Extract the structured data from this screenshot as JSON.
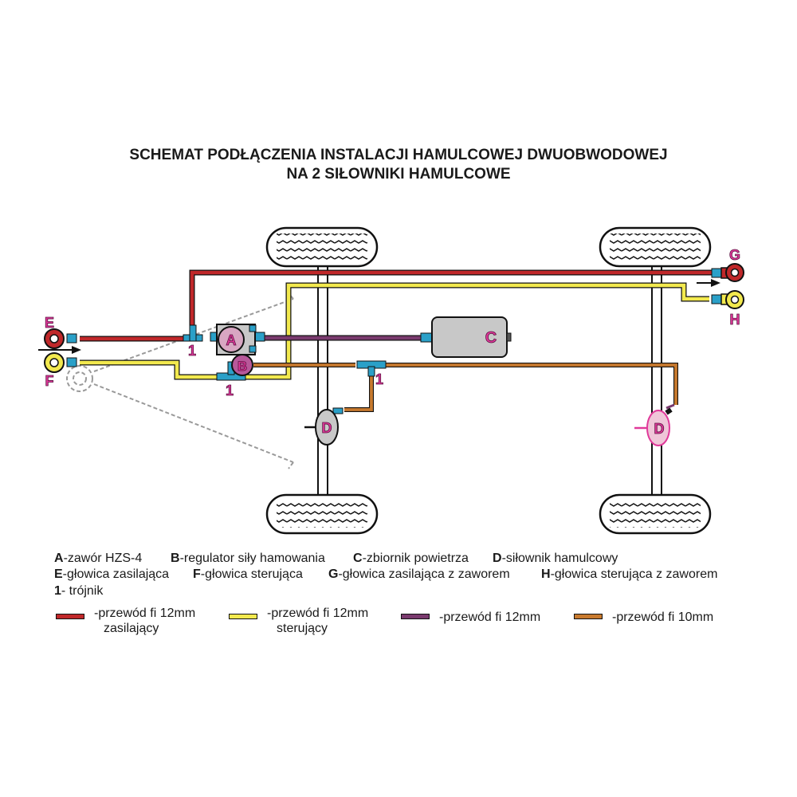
{
  "title": {
    "line1": "SCHEMAT PODŁĄCZENIA INSTALACJI HAMULCOWEJ DWUOBWODOWEJ",
    "line2": "NA 2 SIŁOWNIKI HAMULCOWE"
  },
  "diagram_labels": {
    "A": "A",
    "B": "B",
    "C": "C",
    "D1": "D",
    "D2": "D",
    "E": "E",
    "F": "F",
    "G": "G",
    "H": "H",
    "tee1": "1",
    "tee2": "1",
    "tee3": "1"
  },
  "legend": {
    "row1": [
      {
        "key": "A",
        "text": "-zawór HZS-4"
      },
      {
        "key": "B",
        "text": "-regulator siły hamowania"
      },
      {
        "key": "C",
        "text": "-zbiornik powietrza"
      },
      {
        "key": "D",
        "text": "-siłownik hamulcowy"
      }
    ],
    "row2": [
      {
        "key": "E",
        "text": "-głowica zasilająca"
      },
      {
        "key": "F",
        "text": "-głowica sterująca"
      },
      {
        "key": "G",
        "text": "-głowica zasilająca z zaworem"
      },
      {
        "key": "H",
        "text": "-głowica sterująca z zaworem"
      }
    ],
    "row3": [
      {
        "key": "1",
        "text": "- trójnik"
      }
    ]
  },
  "pipes": [
    {
      "color": "#c0282a",
      "line1": "-przewód fi 12mm",
      "line2": "zasilający"
    },
    {
      "color": "#f2e94e",
      "line1": "-przewód fi 12mm",
      "line2": "sterujący"
    },
    {
      "color": "#7a3a6e",
      "line1": "-przewód fi 12mm",
      "line2": ""
    },
    {
      "color": "#c87a2e",
      "line1": "-przewód fi 10mm",
      "line2": ""
    }
  ],
  "colors": {
    "supply": "#c0282a",
    "control": "#f2e94e",
    "purple": "#7a3a6e",
    "orange": "#c87a2e",
    "fitting": "#2aa0c8",
    "label": "#e0399a",
    "component": "#c8c8c8"
  }
}
